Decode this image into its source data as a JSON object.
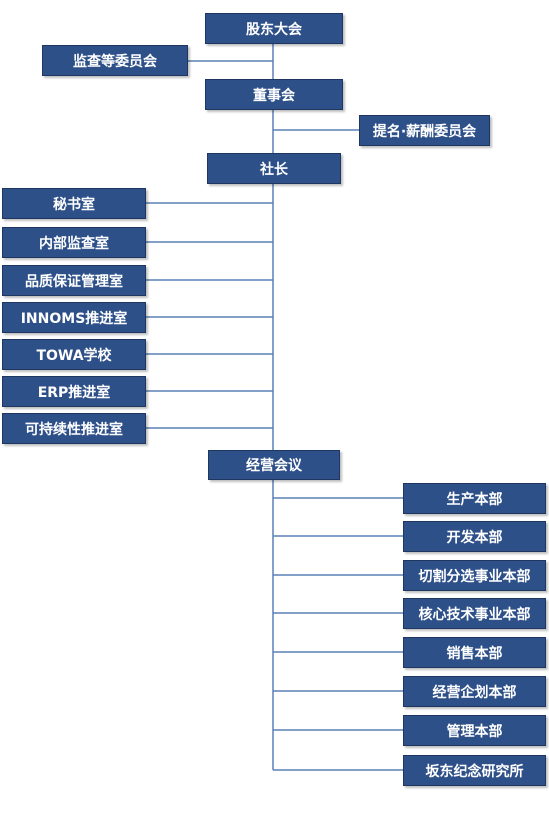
{
  "colors": {
    "box_fill": "#2e5089",
    "box_text": "#ffffff",
    "connector": "#5a80b7"
  },
  "nodes": {
    "shareholders": "股东大会",
    "audit_committee": "监查等委员会",
    "board": "董事会",
    "nomination_committee": "提名·薪酬委员会",
    "president": "社长",
    "staff": [
      "秘书室",
      "内部监查室",
      "品质保证管理室",
      "INNOMS推进室",
      "TOWA学校",
      "ERP推进室",
      "可持续性推进室"
    ],
    "management_meeting": "经营会议",
    "divisions": [
      "生产本部",
      "开发本部",
      "切割分选事业本部",
      "核心技术事业本部",
      "销售本部",
      "经营企划本部",
      "管理本部",
      "坂东纪念研究所"
    ]
  }
}
